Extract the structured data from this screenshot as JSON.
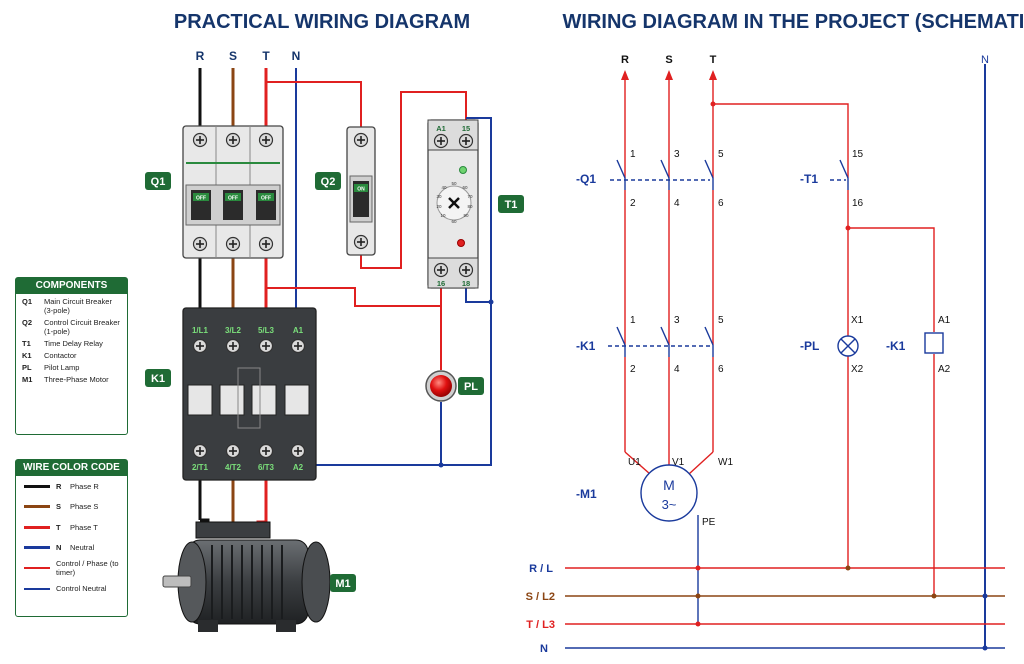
{
  "titles": {
    "practical": "PRACTICAL WIRING DIAGRAM",
    "schematic": "WIRING DIAGRAM IN THE PROJECT (SCHEMATIC)"
  },
  "colors": {
    "title": "#15356b",
    "phase_r": "#111111",
    "phase_s": "#8b4513",
    "phase_t": "#e02020",
    "neutral": "#1a3a9c",
    "control": "#e02020",
    "label_green": "#1f6b35",
    "schematic_label": "#1a3a9c"
  },
  "practical": {
    "supply": [
      "R",
      "S",
      "T",
      "N"
    ],
    "tags": {
      "q1": "Q1",
      "q2": "Q2",
      "t1": "T1",
      "k1": "K1",
      "pl": "PL",
      "m1": "M1"
    },
    "breaker_off": "OFF",
    "breaker_on": "ON",
    "relay_terminals": {
      "a1": "A1",
      "t15": "15",
      "t16": "16",
      "t18": "18"
    },
    "relay_dial": [
      "50",
      "40",
      "60",
      "30",
      "70",
      "20",
      "80",
      "10",
      "90",
      "60"
    ],
    "contactor_top": [
      "1/L1",
      "3/L2",
      "5/L3",
      "A1"
    ],
    "contactor_bottom": [
      "2/T1",
      "4/T2",
      "6/T3",
      "A2"
    ]
  },
  "components": {
    "title": "COMPONENTS",
    "items": [
      {
        "code": "Q1",
        "label": "Main Circuit Breaker (3-pole)"
      },
      {
        "code": "Q2",
        "label": "Control Circuit Breaker (1-pole)"
      },
      {
        "code": "T1",
        "label": "Time Delay Relay"
      },
      {
        "code": "K1",
        "label": "Contactor"
      },
      {
        "code": "PL",
        "label": "Pilot Lamp"
      },
      {
        "code": "M1",
        "label": "Three-Phase Motor"
      }
    ]
  },
  "wire_code": {
    "title": "WIRE COLOR CODE",
    "items": [
      {
        "code": "R",
        "label": "Phase R",
        "color": "#111111"
      },
      {
        "code": "S",
        "label": "Phase S",
        "color": "#8b4513"
      },
      {
        "code": "T",
        "label": "Phase T",
        "color": "#e02020"
      },
      {
        "code": "N",
        "label": "Neutral",
        "color": "#1a3a9c"
      },
      {
        "code": "",
        "label": "Control / Phase (to timer)",
        "color": "#e02020"
      },
      {
        "code": "",
        "label": "Control Neutral",
        "color": "#1a3a9c"
      }
    ]
  },
  "schematic": {
    "supply": [
      "R",
      "S",
      "T"
    ],
    "neutral": "N",
    "q1": "-Q1",
    "k1_contacts": "-K1",
    "m1": "-M1",
    "t1": "-T1",
    "pl": "-PL",
    "k1_coil": "-K1",
    "q1_top": [
      "1",
      "3",
      "5"
    ],
    "q1_bottom": [
      "2",
      "4",
      "6"
    ],
    "k1_top": [
      "1",
      "3",
      "5"
    ],
    "k1_bottom": [
      "2",
      "4",
      "6"
    ],
    "motor_terminals": [
      "U1",
      "V1",
      "W1"
    ],
    "motor_letter": "M",
    "motor_phase": "3~",
    "pe": "PE",
    "t1_top": "15",
    "t1_bottom": "16",
    "pl_top": "X1",
    "pl_bottom": "X2",
    "coil_top": "A1",
    "coil_bottom": "A2",
    "buses": [
      "R / L",
      "S / L2",
      "T / L3",
      "N"
    ]
  }
}
